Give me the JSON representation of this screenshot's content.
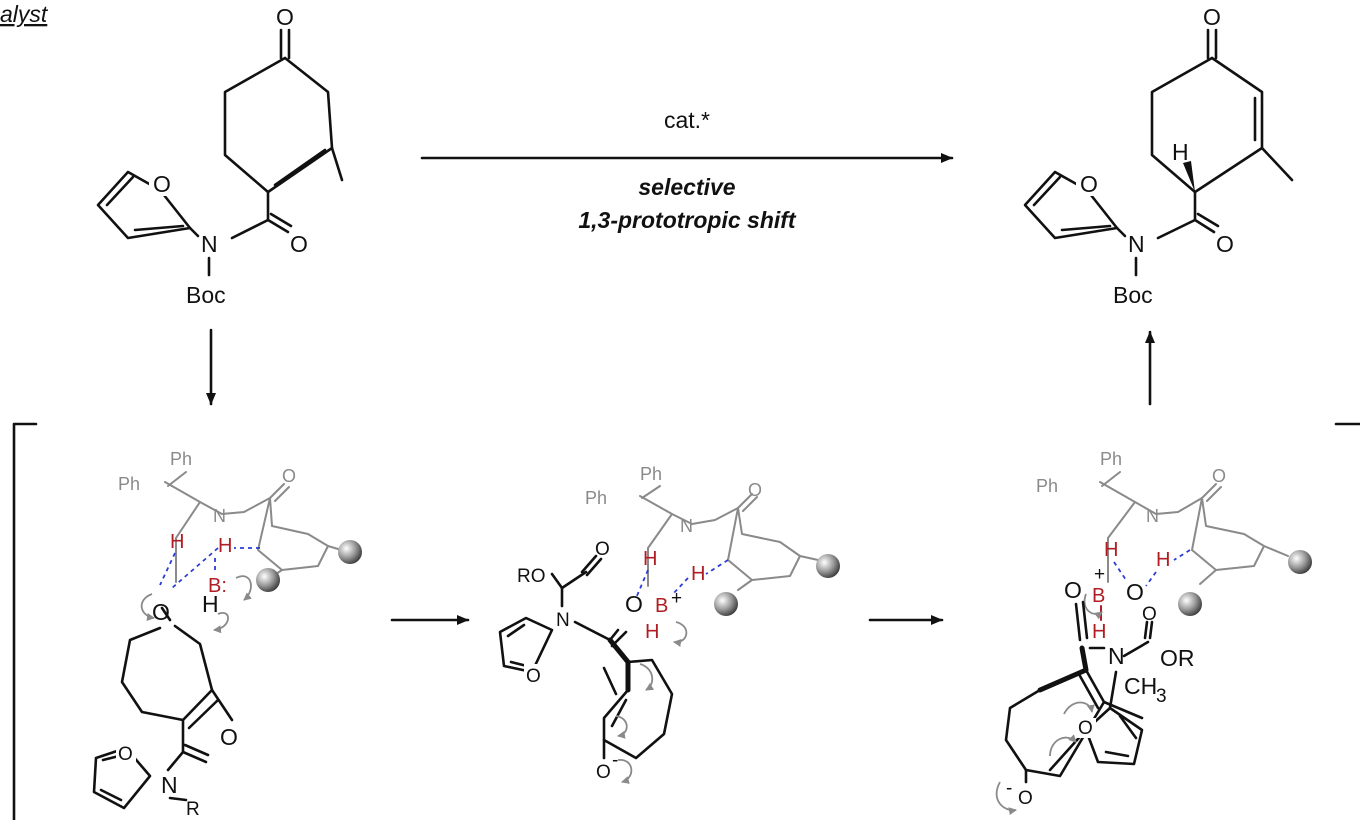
{
  "header": {
    "fragment": "alyst"
  },
  "reaction": {
    "catalyst": "cat.*",
    "line1": "selective",
    "line2": "1,3-prototropic shift"
  },
  "atoms": {
    "O": "O",
    "N": "N",
    "H": "H",
    "Boc": "Boc",
    "Ph": "Ph",
    "R": "R",
    "RO": "RO",
    "OR": "OR",
    "B": "B",
    "Bcolon": "B:",
    "CH": "CH",
    "sub3": "3",
    "minus": "-",
    "plus": "+"
  },
  "colors": {
    "ink": "#111111",
    "catalyst_gray": "#8a8a8a",
    "base_red": "#b01e23",
    "hbond_blue": "#2a3bd6"
  }
}
